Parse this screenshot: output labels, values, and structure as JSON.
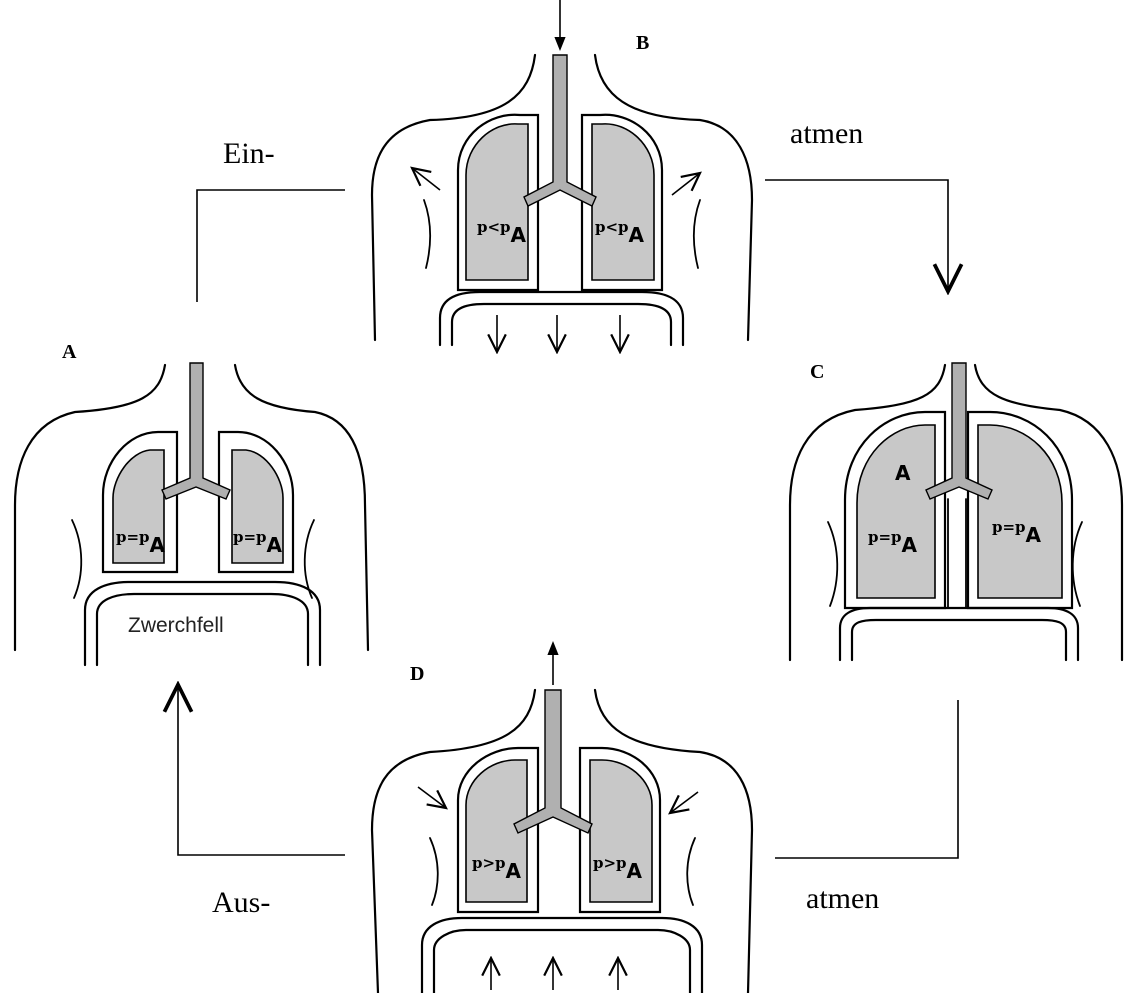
{
  "colors": {
    "lung_fill": "#c8c8c8",
    "outline": "#000000",
    "background": "#ffffff"
  },
  "cycle_labels": {
    "inhale_left": "Ein-",
    "inhale_right": "atmen",
    "exhale_left": "Aus-",
    "exhale_right": "atmen"
  },
  "panels": [
    {
      "id": "A",
      "label": "A",
      "left_lung": {
        "p": "p=p",
        "sub": "A"
      },
      "right_lung": {
        "p": "p=p",
        "sub": "A"
      },
      "diaphragm_label": "Zwerchfell"
    },
    {
      "id": "B",
      "label": "B",
      "left_lung": {
        "p": "p<p",
        "sub": "A"
      },
      "right_lung": {
        "p": "p<p",
        "sub": "A"
      }
    },
    {
      "id": "C",
      "label": "C",
      "alveolus_label": "A",
      "left_lung": {
        "p": "p=p",
        "sub": "A"
      },
      "right_lung": {
        "p": "p=p",
        "sub": "A"
      }
    },
    {
      "id": "D",
      "label": "D",
      "left_lung": {
        "p": "p>p",
        "sub": "A"
      },
      "right_lung": {
        "p": "p>p",
        "sub": "A"
      }
    }
  ]
}
